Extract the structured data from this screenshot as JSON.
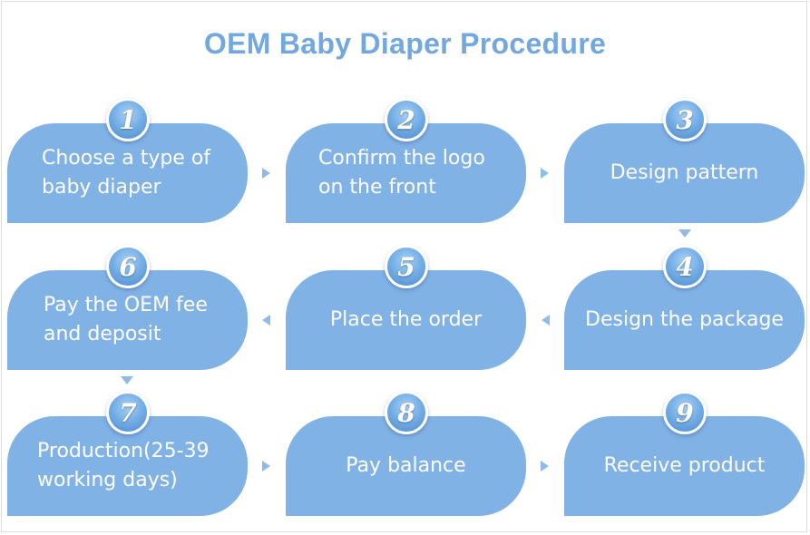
{
  "title": "OEM Baby Diaper Procedure",
  "steps": [
    {
      "number": "1",
      "label": "Choose a type of\nbaby diaper"
    },
    {
      "number": "2",
      "label": "Confirm the logo\non the front"
    },
    {
      "number": "3",
      "label": "Design pattern"
    },
    {
      "number": "4",
      "label": "Design the package"
    },
    {
      "number": "5",
      "label": "Place the order"
    },
    {
      "number": "6",
      "label": "Pay the OEM fee\nand deposit"
    },
    {
      "number": "7",
      "label": "Production(25-39\nworking days)"
    },
    {
      "number": "8",
      "label": "Pay balance"
    },
    {
      "number": "9",
      "label": "Receive product"
    }
  ],
  "colors": {
    "card": "#81b2e6",
    "title": "#72a7df",
    "arrow": "#8fbbe9",
    "text": "#ffffff"
  }
}
